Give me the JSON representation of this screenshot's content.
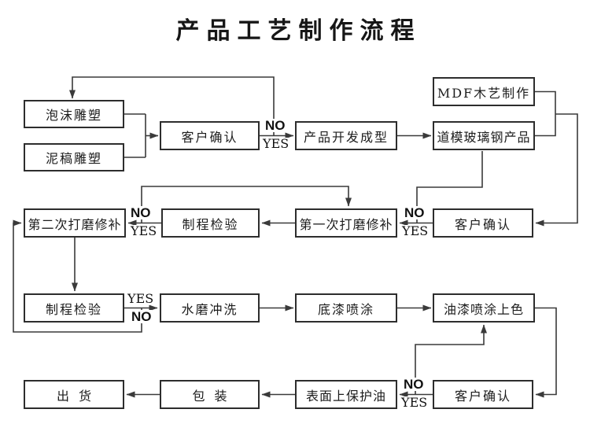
{
  "title": "产品工艺制作流程",
  "colors": {
    "background": "#ffffff",
    "box_border": "#2d2d2d",
    "line": "#3a3a3a",
    "text": "#1c1c1c"
  },
  "flowchart": {
    "nodes": {
      "foam_sculpture": "泡沫雕塑",
      "clay_sculpture": "泥稿雕塑",
      "customer_confirm_1": "客户确认",
      "product_develop": "产品开发成型",
      "mdf_woodcraft": "MDF木艺制作",
      "mold_fiberglass": "道模玻璃钢产品",
      "second_grinding": "第二次打磨修补",
      "process_inspect_2": "制程检验",
      "first_grinding": "第一次打磨修补",
      "customer_confirm_2": "客户确认",
      "process_inspect_3": "制程检验",
      "water_rinse": "水磨冲洗",
      "primer_spray": "底漆喷涂",
      "paint_color": "油漆喷涂上色",
      "shipment": "出货",
      "packaging": "包装",
      "protective_oil": "表面上保护油",
      "customer_confirm_4": "客户确认"
    },
    "decision_labels": {
      "no": "NO",
      "yes": "YES"
    },
    "edges": [
      {
        "from": "foam_sculpture",
        "to": "customer_confirm_1"
      },
      {
        "from": "clay_sculpture",
        "to": "customer_confirm_1"
      },
      {
        "from": "customer_confirm_1",
        "to": "product_develop",
        "label": "YES"
      },
      {
        "from": "customer_confirm_1",
        "to": "foam_sculpture",
        "label": "NO"
      },
      {
        "from": "product_develop",
        "to": "mold_fiberglass"
      },
      {
        "from": "mdf_woodcraft",
        "to": "customer_confirm_2"
      },
      {
        "from": "mold_fiberglass",
        "to": "customer_confirm_2"
      },
      {
        "from": "customer_confirm_2",
        "to": "first_grinding",
        "label": "YES"
      },
      {
        "from": "customer_confirm_2",
        "to": "mold_fiberglass",
        "label": "NO"
      },
      {
        "from": "first_grinding",
        "to": "process_inspect_2"
      },
      {
        "from": "process_inspect_2",
        "to": "second_grinding",
        "label": "YES"
      },
      {
        "from": "process_inspect_2",
        "to": "first_grinding",
        "label": "NO"
      },
      {
        "from": "second_grinding",
        "to": "process_inspect_3"
      },
      {
        "from": "process_inspect_3",
        "to": "water_rinse",
        "label": "YES"
      },
      {
        "from": "process_inspect_3",
        "to": "second_grinding",
        "label": "NO"
      },
      {
        "from": "water_rinse",
        "to": "primer_spray"
      },
      {
        "from": "primer_spray",
        "to": "paint_color"
      },
      {
        "from": "paint_color",
        "to": "customer_confirm_4"
      },
      {
        "from": "customer_confirm_4",
        "to": "protective_oil",
        "label": "YES"
      },
      {
        "from": "customer_confirm_4",
        "to": "paint_color",
        "label": "NO"
      },
      {
        "from": "protective_oil",
        "to": "packaging"
      },
      {
        "from": "packaging",
        "to": "shipment"
      }
    ]
  }
}
